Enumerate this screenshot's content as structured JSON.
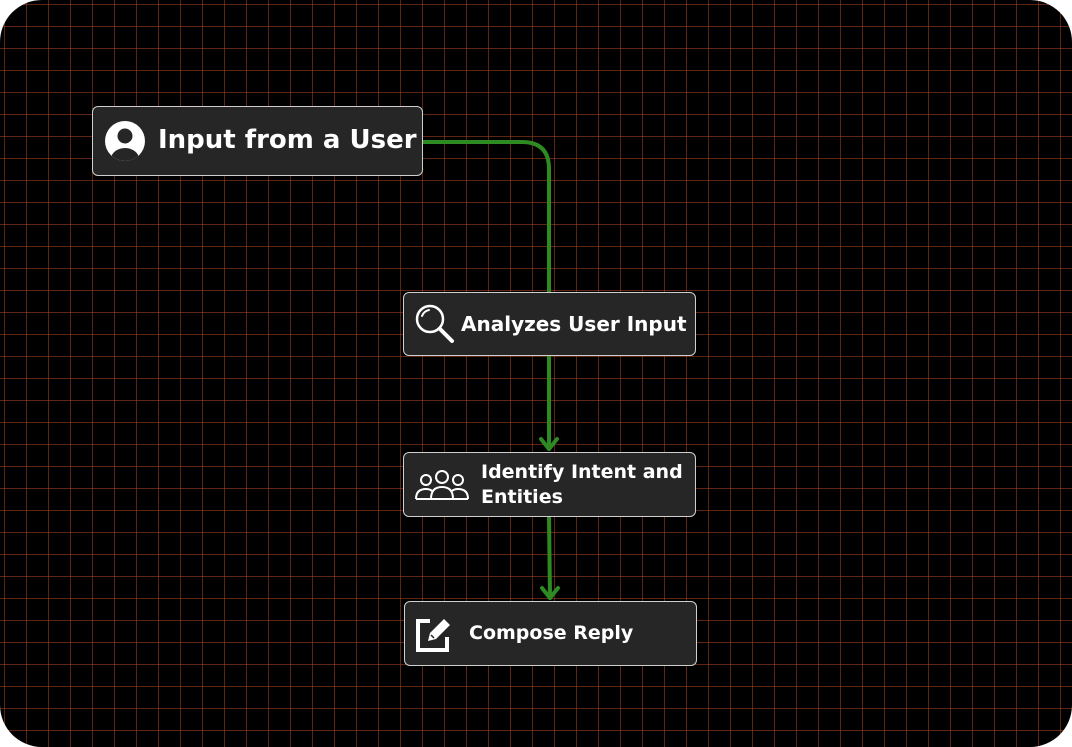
{
  "diagram": {
    "nodes": [
      {
        "id": "input",
        "label": "Input from a User",
        "icon": "user-circle-icon"
      },
      {
        "id": "analyze",
        "label": "Analyzes User Input",
        "icon": "magnifier-icon"
      },
      {
        "id": "intent",
        "label": "Identify Intent and Entities",
        "icon": "group-icon"
      },
      {
        "id": "compose",
        "label": "Compose Reply",
        "icon": "compose-icon"
      }
    ],
    "edges": [
      {
        "from": "input",
        "to": "analyze",
        "arrow": false
      },
      {
        "from": "analyze",
        "to": "intent",
        "arrow": true
      },
      {
        "from": "intent",
        "to": "compose",
        "arrow": true
      }
    ],
    "colors": {
      "background": "#000000",
      "grid": "#a84623",
      "node_fill": "#262626",
      "node_border": "#cfcfcf",
      "text": "#ffffff",
      "connector": "#2e8b22"
    }
  }
}
